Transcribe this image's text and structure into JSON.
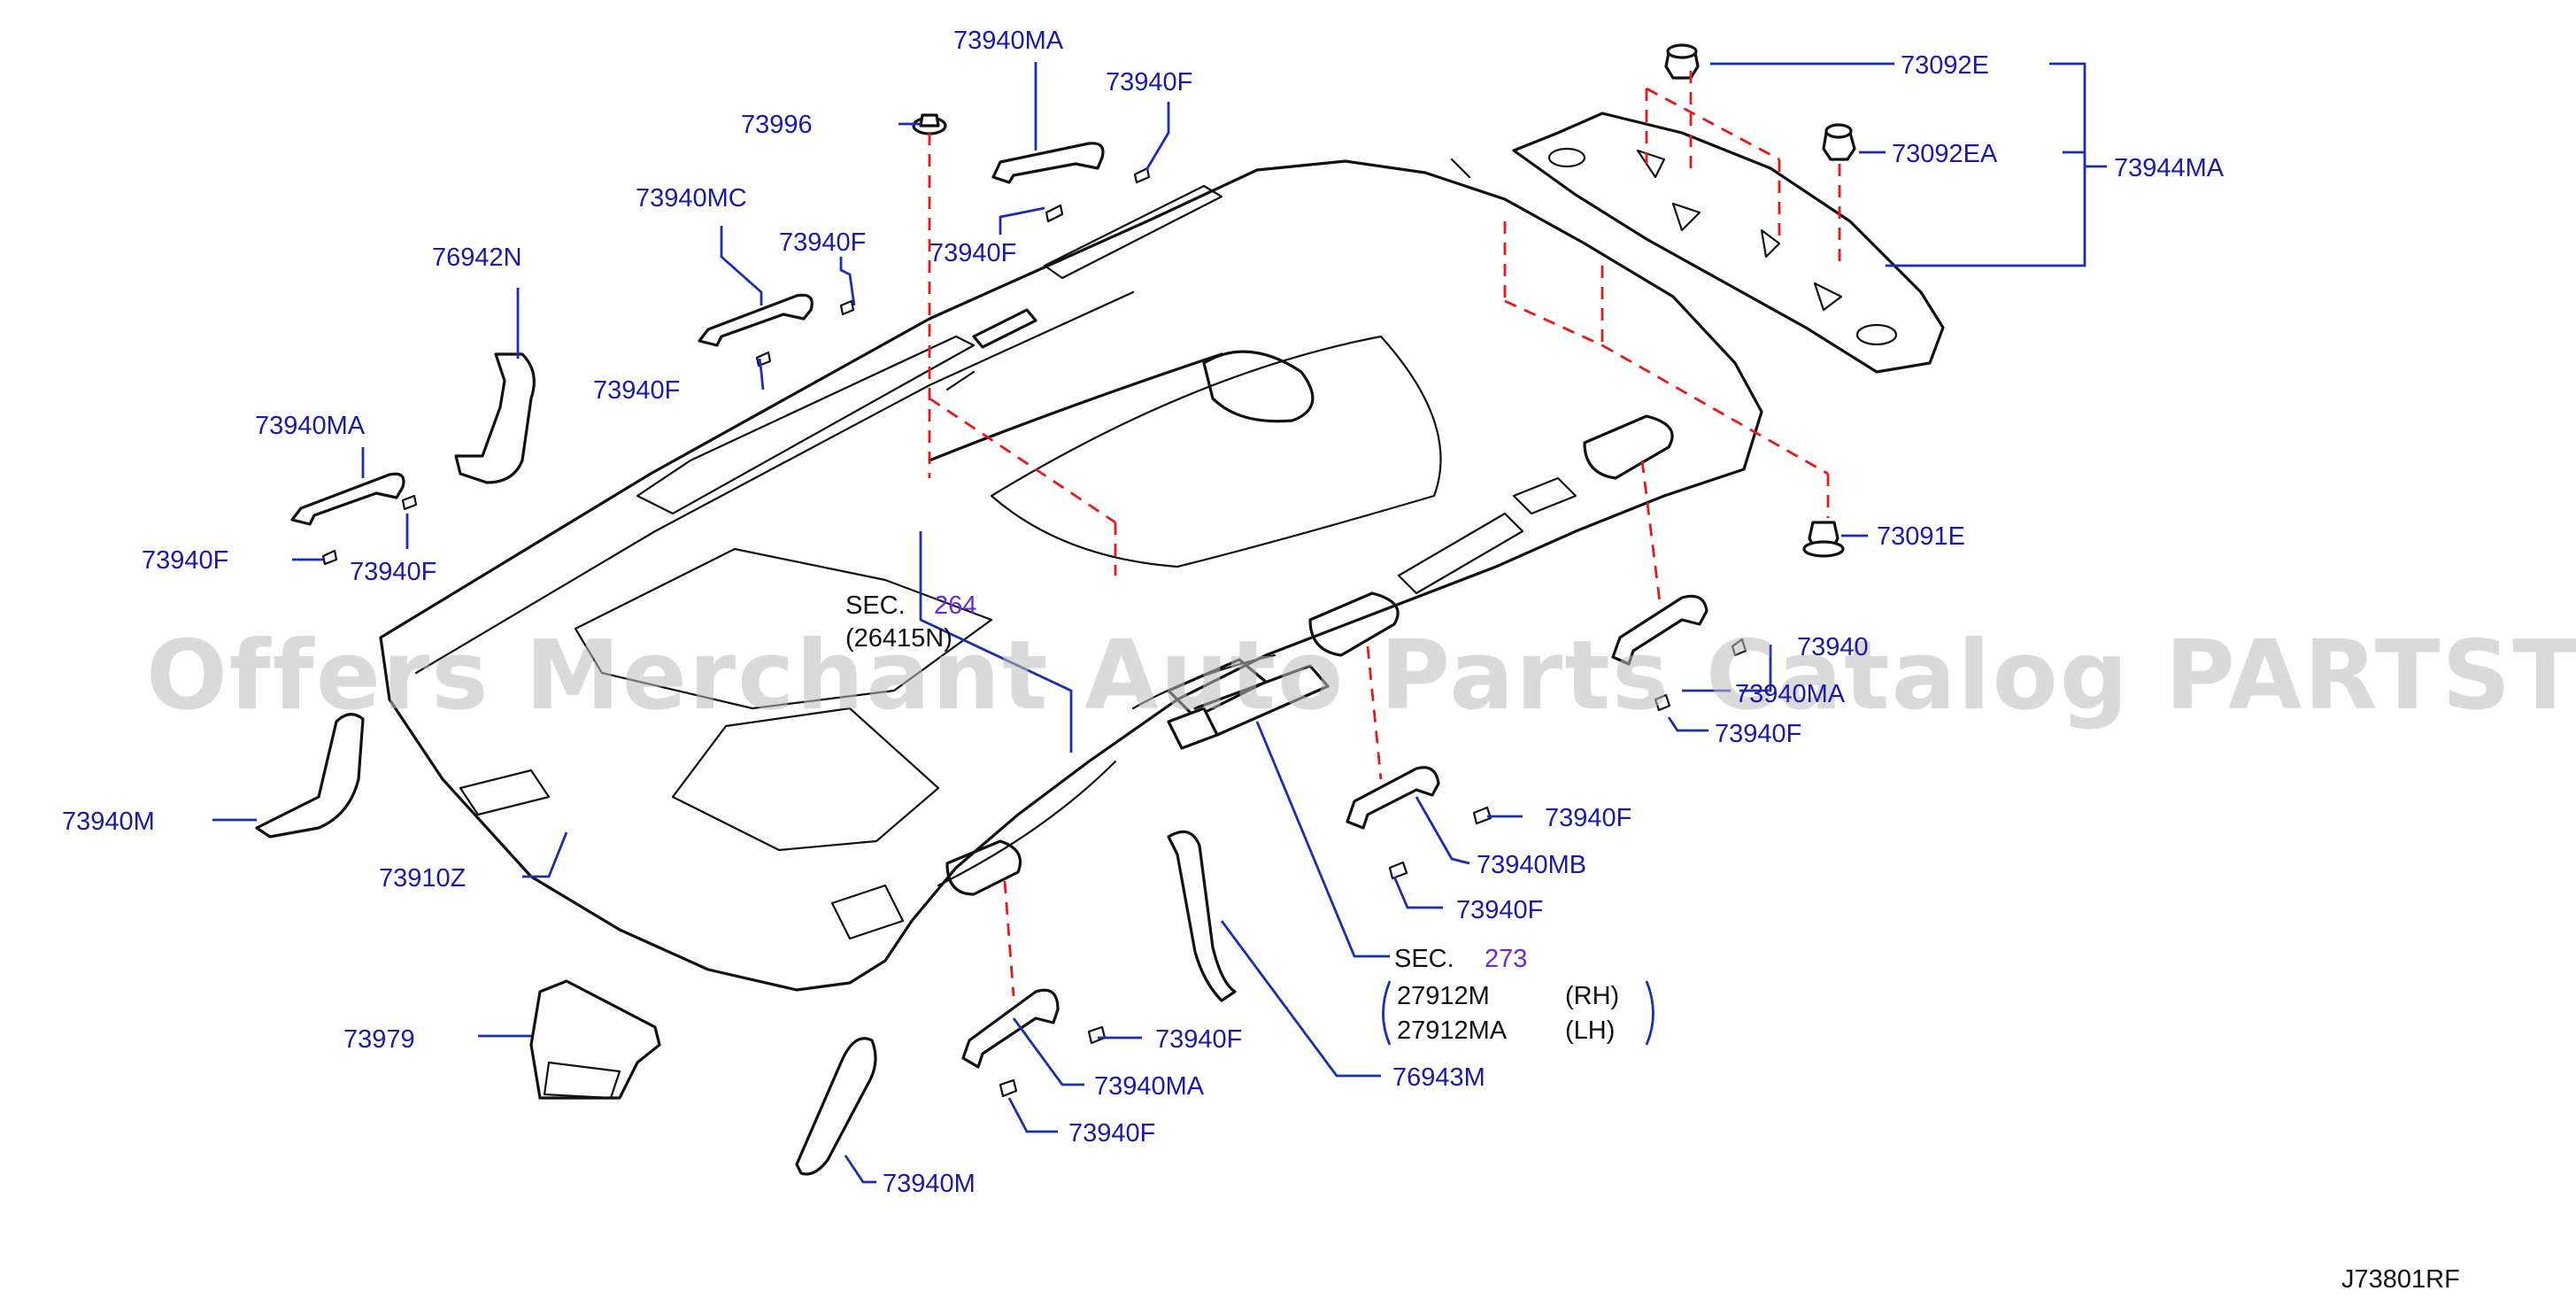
{
  "diagram_id": "J73801RF",
  "watermark": "Offers Merchant Auto Parts Catalog PARTSTORE.SA",
  "parts": {
    "p73940MA_top": "73940MA",
    "p73940F_a": "73940F",
    "p73996": "73996",
    "p73940F_b": "73940F",
    "p73940MC": "73940MC",
    "p73940F_c": "73940F",
    "p76942N": "76942N",
    "p73940F_d": "73940F",
    "p73940MA_left": "73940MA",
    "p73940F_e": "73940F",
    "p73940F_f": "73940F",
    "p73092E": "73092E",
    "p73092EA": "73092EA",
    "p73944MA": "73944MA",
    "p73091E": "73091E",
    "p73940_right": "73940",
    "p73940MA_right": "73940MA",
    "p73940F_g": "73940F",
    "p73940M_left": "73940M",
    "p73910Z": "73910Z",
    "p73940F_h": "73940F",
    "p73940MB": "73940MB",
    "p73940F_i": "73940F",
    "p73979": "73979",
    "p73940F_j": "73940F",
    "p73940MA_bottom": "73940MA",
    "p73940F_k": "73940F",
    "p76943M": "76943M",
    "p73940M_bottom": "73940M"
  },
  "sections": {
    "sec264_prefix": "SEC.",
    "sec264_num": "264",
    "sec264_sub": "(26415N)",
    "sec273_prefix": "SEC.",
    "sec273_num": "273",
    "rh_part": "27912M",
    "rh_side": "(RH)",
    "lh_part": "27912MA",
    "lh_side": "(LH)"
  },
  "colors": {
    "label": "#1a1aa8",
    "section_link": "#6a2bd6",
    "leader": "#1a2fb0",
    "dashed_guide": "#e81818",
    "line_art": "#111111"
  }
}
